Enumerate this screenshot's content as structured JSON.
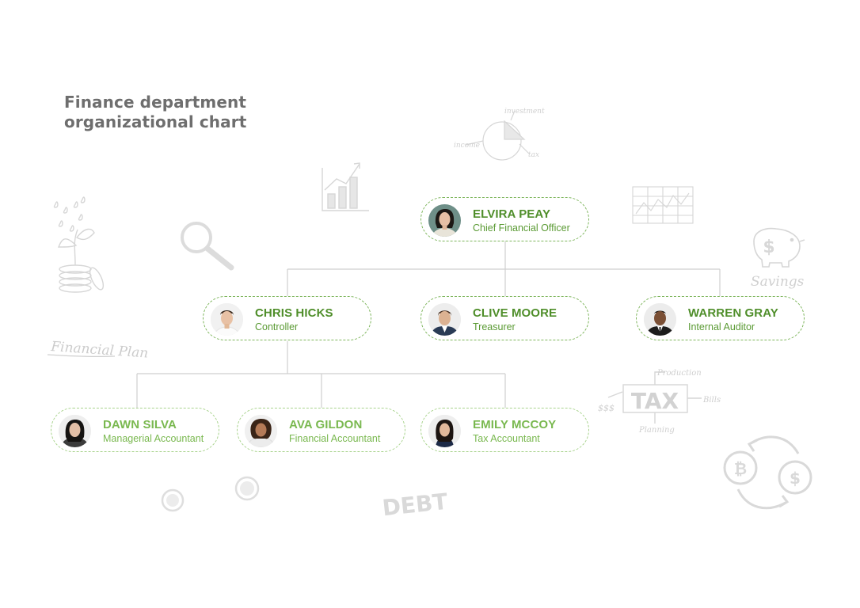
{
  "title": {
    "line1": "Finance department",
    "line2": "organizational chart"
  },
  "people": {
    "cfo": {
      "name": "ELVIRA PEAY",
      "role": "Chief Financial Officer"
    },
    "controller": {
      "name": "CHRIS HICKS",
      "role": "Controller"
    },
    "treasurer": {
      "name": "CLIVE MOORE",
      "role": "Treasurer"
    },
    "auditor": {
      "name": "WARREN GRAY",
      "role": "Internal Auditor"
    },
    "managerial": {
      "name": "DAWN SILVA",
      "role": "Managerial Accountant"
    },
    "financial": {
      "name": "AVA GILDON",
      "role": "Financial Accountant"
    },
    "tax": {
      "name": "EMILY MCCOY",
      "role": "Tax Accountant"
    }
  },
  "decorations": {
    "financial_plan": "Financial Plan",
    "savings": "Savings",
    "tax": "TAX",
    "debt": "DEBT",
    "production": "Production",
    "bills": "Bills",
    "planning": "Planning",
    "dollars": "$$$",
    "income": "income",
    "investment": "investment",
    "tax_small": "tax"
  },
  "colors": {
    "border_primary": "#7db55b",
    "border_secondary": "#a8d38c",
    "name_primary": "#4f8e2a",
    "name_secondary": "#79b84f",
    "title": "#6e6e6e",
    "decoration": "#d4d4d4"
  }
}
